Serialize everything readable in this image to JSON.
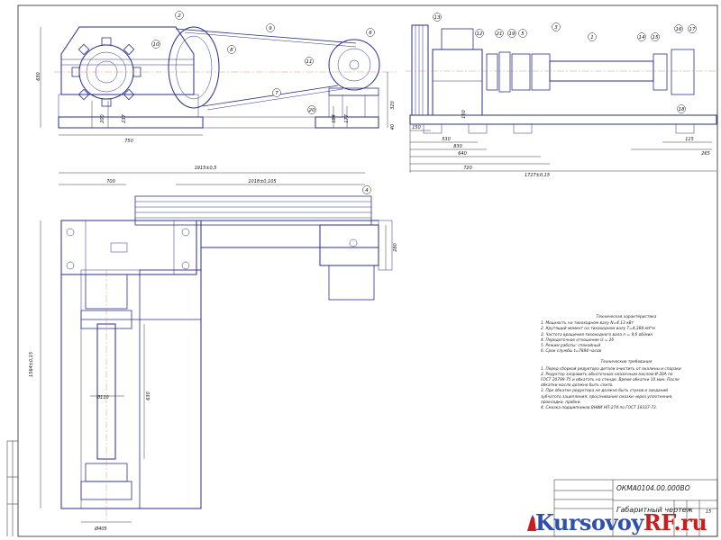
{
  "drawing": {
    "code": "ОКМА0104.00.000ВО",
    "title": "Габаритный чертеж",
    "sheet_no": "15"
  },
  "callouts": {
    "front": [
      "2",
      "10",
      "8",
      "9",
      "6",
      "7",
      "11",
      "20"
    ],
    "side": [
      "13",
      "12",
      "21",
      "19",
      "5",
      "3",
      "1",
      "14",
      "15",
      "16",
      "17",
      "18"
    ],
    "plan": [
      "4"
    ]
  },
  "dimensions": {
    "front": [
      "630",
      "200",
      "237",
      "750",
      "320",
      "184",
      "177",
      "40"
    ],
    "side": [
      "150",
      "530",
      "830",
      "640",
      "720",
      "1727±0,15",
      "115",
      "265",
      "160"
    ],
    "plan_top": [
      "1915±0,5",
      "700",
      "1018±0,105"
    ],
    "plan_side": [
      "280",
      "1564±0,15"
    ],
    "plan_inner": [
      "Ø110",
      "630"
    ],
    "plan_bottom": [
      "Ø405"
    ]
  },
  "specs": {
    "heading": "Техническая характеристика",
    "items": [
      "1. Мощность на тихоходном валу N=4,13 кВт",
      "2. Крутящий момент на тихоходном валу T=4,388 кН*м",
      "3. Частота вращения тихоходного вала n = 9,6 об/мин",
      "4. Передаточное отношение U = 26",
      "5. Режим работы: спокойный",
      "6. Срок службы t=7884 часов"
    ]
  },
  "requirements": {
    "heading": "Технические требования",
    "items": [
      "1. Перед сборкой редуктора детали очистить от окалины и спорзки",
      "2. Редуктор заправить обкаточным смазочным маслом И-20А по",
      "ГОСТ 20799-75 и обкатать на стенде. Время обкатки 10 мин. После",
      "обкатки масло должно быть слито.",
      "3. При обкатке редуктора не должно быть стуков и заеданий",
      "зубчатого зацепления; просачивания смазки через уплотнения,",
      "прокладки, пробки.",
      "4. Смазка подшипников ВНИИ НП-274 по ГОСТ 19337-73."
    ]
  },
  "watermark": {
    "part1": "Kursovoy",
    "part2": "RF",
    "part3": ".ru"
  }
}
